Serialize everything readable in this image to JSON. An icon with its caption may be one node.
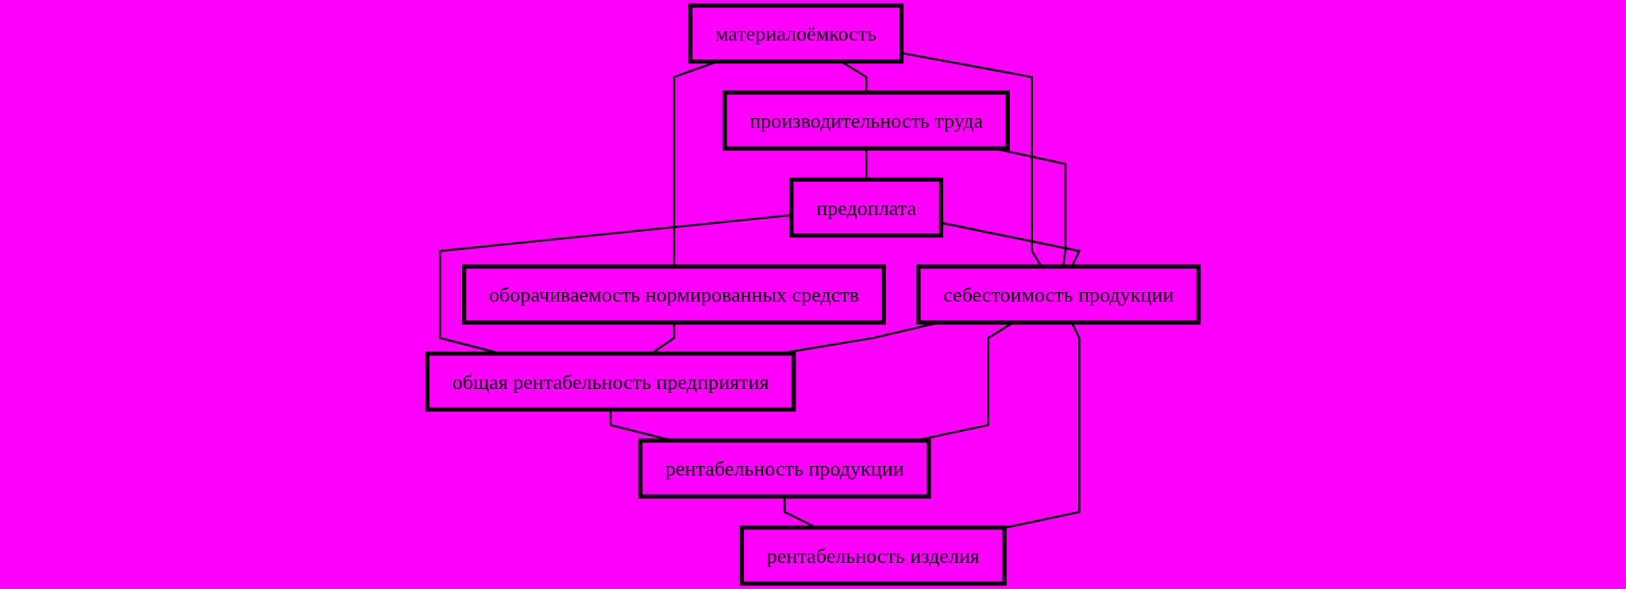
{
  "diagram": {
    "nodes": [
      {
        "text": [
          "материалоёмкость"
        ]
      },
      {
        "text": [
          "производительность труда"
        ]
      },
      {
        "text": [
          "предоплата"
        ]
      },
      {
        "text": [
          "оборачиваемость нормированных средств"
        ]
      },
      {
        "text": [
          "общая рентабельность предприятия"
        ]
      },
      {
        "text": [
          "себестоимость продукции"
        ]
      },
      {
        "text": [
          "рентабельность продукции"
        ]
      },
      {
        "text": [
          "рентабельность изделия"
        ]
      }
    ],
    "edges": [
      {
        "from": 0,
        "to": 1,
        "arrow": "none"
      },
      {
        "from": 1,
        "to": 2,
        "arrow": "none"
      },
      {
        "from": 0,
        "to": 3,
        "arrow": "none"
      },
      {
        "from": 0,
        "to": 5,
        "arrow": "none"
      },
      {
        "from": 1,
        "to": 5,
        "arrow": "none"
      },
      {
        "from": 2,
        "to": 5,
        "arrow": "none"
      },
      {
        "from": 2,
        "to": 4,
        "arrow": "none"
      },
      {
        "from": 3,
        "to": 4,
        "arrow": "none"
      },
      {
        "from": 4,
        "to": 6,
        "arrow": "none"
      },
      {
        "from": 6,
        "to": 7,
        "arrow": "none"
      },
      {
        "from": 5,
        "to": 7,
        "arrow": "none"
      },
      {
        "from": 5,
        "to": 6,
        "arrow": "none"
      },
      {
        "from": 5,
        "to": 4,
        "arrow": "none"
      }
    ]
  }
}
